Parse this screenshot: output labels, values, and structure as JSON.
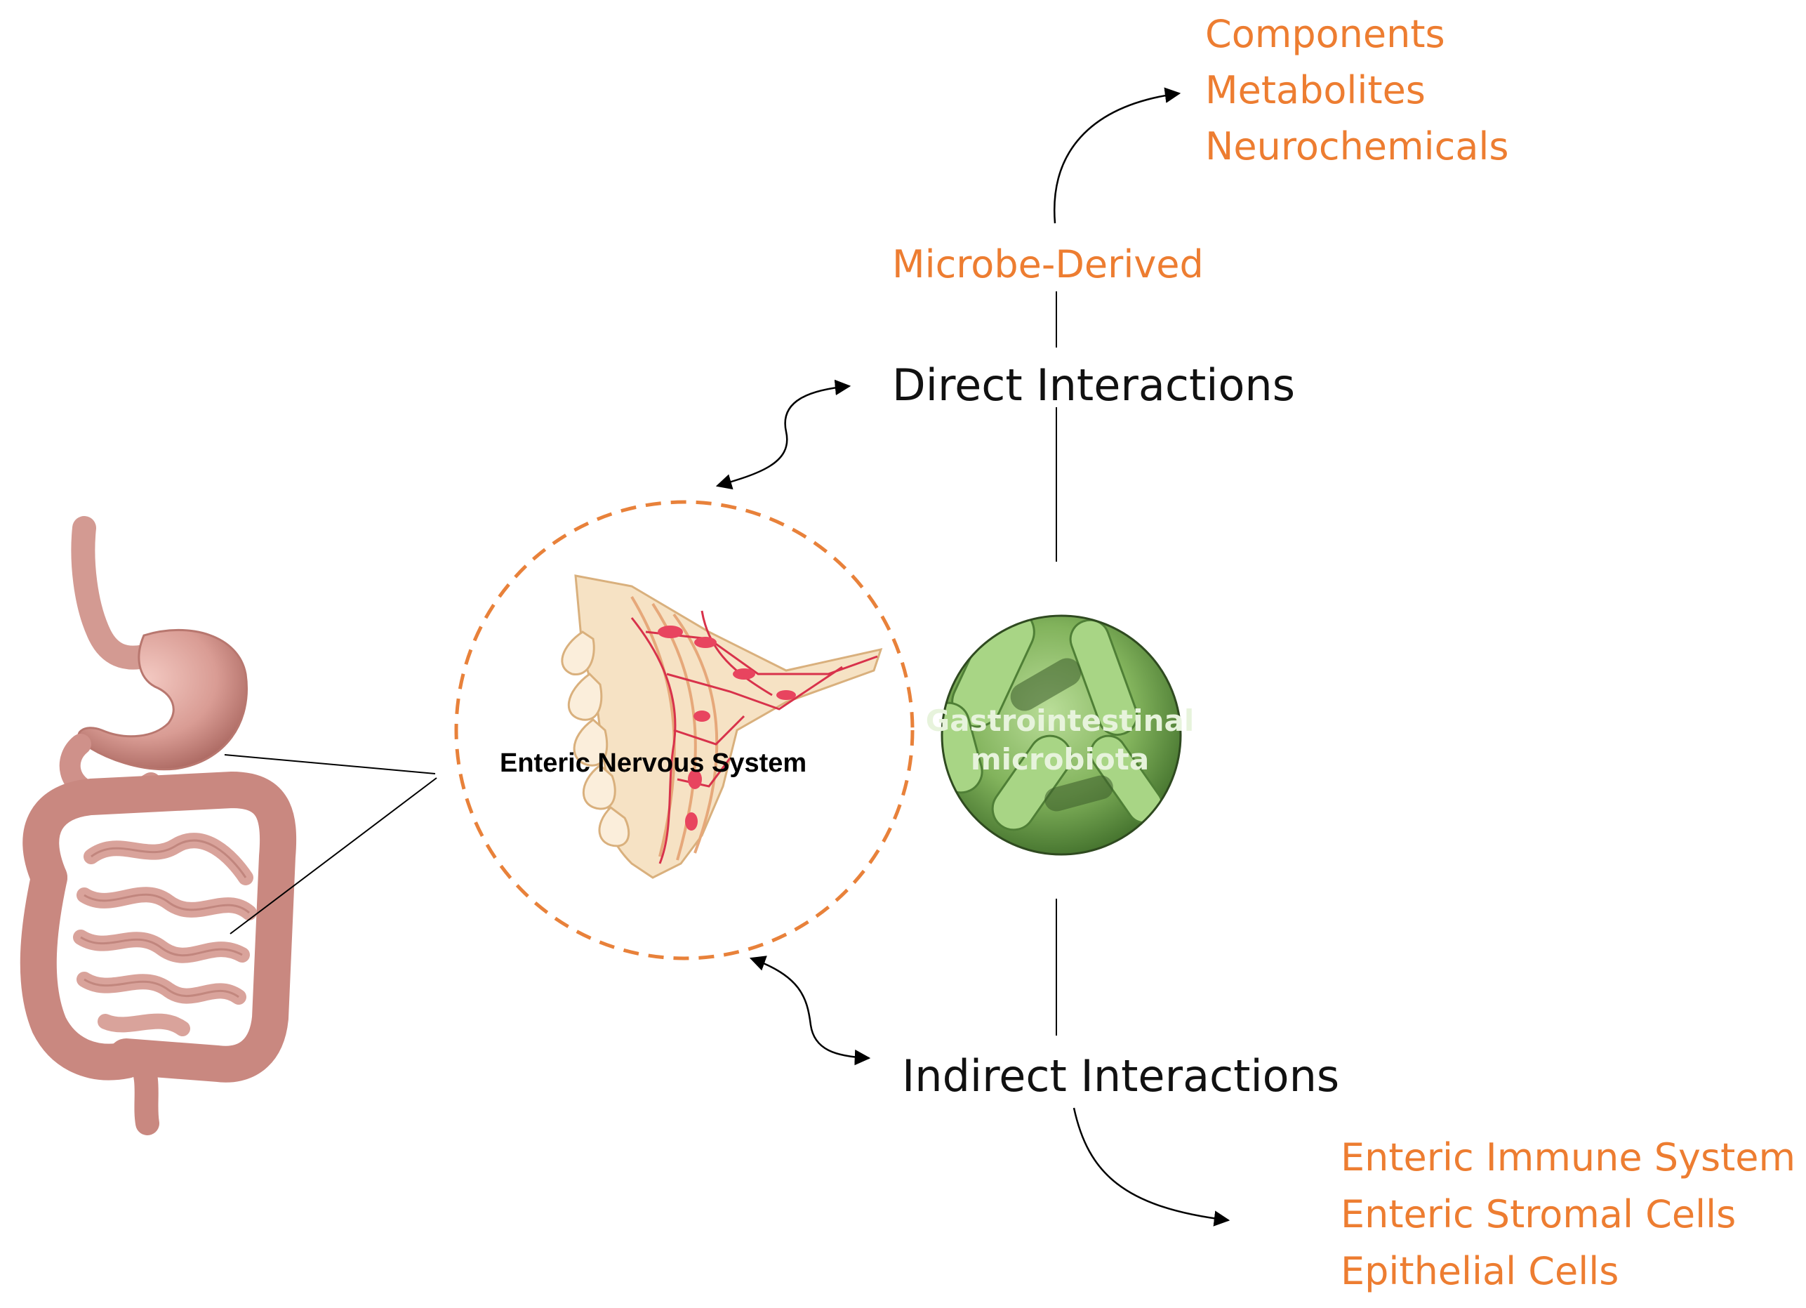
{
  "colors": {
    "accent_orange": "#ED7D31",
    "dashed_circle": "#E8813A",
    "microbiota_green": "#8fbf6c",
    "gut_pink": "#d69a92",
    "nerve_red": "#d8324b",
    "tissue_cream": "#f6e2c4"
  },
  "icons": {
    "gut": "digestive-tract-illustration",
    "ens": "enteric-tissue-section-illustration",
    "microbiota": "bacteria-micrograph"
  },
  "center": {
    "ens_label": "Enteric Nervous System",
    "microbiota_label": "Gastrointestinal microbiota"
  },
  "direct": {
    "title": "Direct Interactions",
    "source": "Microbe-Derived",
    "items": [
      "Components",
      "Metabolites",
      "Neurochemicals"
    ]
  },
  "indirect": {
    "title": "Indirect Interactions",
    "items": [
      "Enteric Immune System",
      "Enteric Stromal Cells",
      "Epithelial Cells"
    ]
  }
}
